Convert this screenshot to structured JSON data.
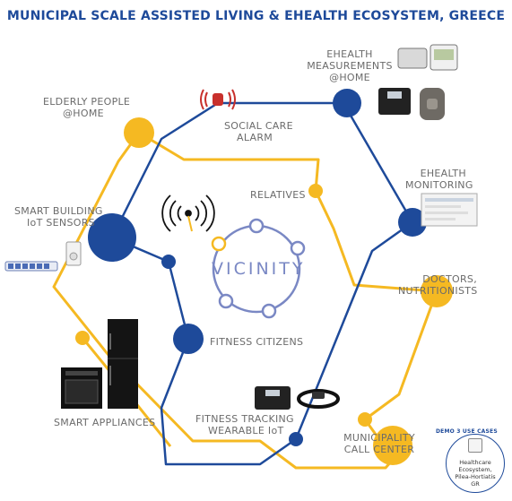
{
  "title": "MUNICIPAL SCALE ASSISTED LIVING & EHEALTH ECOSYSTEM, GREECE",
  "labels": {
    "elderly": [
      "ELDERLY PEOPLE",
      "@HOME"
    ],
    "social_care": [
      "SOCIAL CARE",
      "ALARM"
    ],
    "measurements": [
      "EHEALTH",
      "MEASUREMENTS",
      "@HOME"
    ],
    "monitoring": [
      "EHEALTH",
      "MONITORING"
    ],
    "relatives": [
      "RELATIVES"
    ],
    "smart_building": [
      "SMART BUILDING",
      "IoT SENSORS"
    ],
    "doctors": [
      "DOCTORS,",
      "NUTRITIONISTS"
    ],
    "fitness_citizens": [
      "FITNESS CITIZENS"
    ],
    "smart_appliances": [
      "SMART APPLIANCES"
    ],
    "fitness_tracking": [
      "FITNESS TRACKING",
      "WEARABLE IoT"
    ],
    "call_center": [
      "MUNICIPALITY",
      "CALL CENTER"
    ]
  },
  "logo": "VICINITY",
  "demo_badge": {
    "heading": "DEMO 3 USE CASES",
    "text": [
      "Healthcare",
      "Ecosystem,",
      "Pilea-Hortiatis",
      "GR"
    ]
  },
  "colors": {
    "title": "#1e4a9a",
    "blue_line": "#1e4a9a",
    "yellow_line": "#f5b922",
    "label_text": "#6b6b6b"
  }
}
